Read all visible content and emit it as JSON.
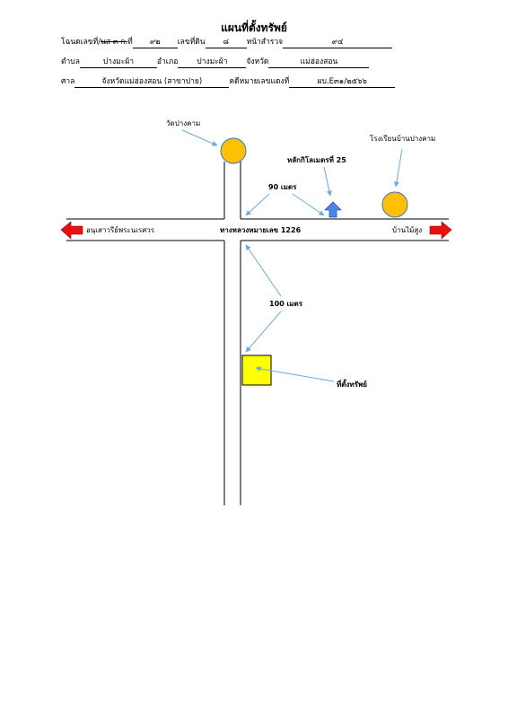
{
  "title": "แผนที่ตั้งทรัพย์",
  "header": {
    "deed_label": "โฉนดเลขที่/",
    "deed_struck": "นส ๓ ก.",
    "deed_suffix": " ที่",
    "deed_no": "๙๒",
    "land_no_label": "เลขที่ดิน",
    "land_no": "๘",
    "survey_page_label": "หน้าสำรวจ",
    "survey_page": "๙๔",
    "subdistrict_label": "ตำบล",
    "subdistrict": "ปางมะผ้า",
    "district_label": "อำเภอ",
    "district": "ปางมะผ้า",
    "province_label": "จังหวัด",
    "province": "แม่ฮ่องสอน",
    "court_label": "ศาล",
    "court": "จังหวัดแม่ฮ่องสอน (สาขาปาย)",
    "case_label": "คดีหมายเลขแดงที่",
    "case_no": "ผบ.E๓๑/๒๕๖๖"
  },
  "map": {
    "temple_label": "วัดปางคาม",
    "school_label": "โรงเรียนบ้านปางคาม",
    "km_marker_label": "หลักกิโลเมตรที่ 25",
    "distance_top_label": "90 เมตร",
    "distance_side_label": "100 เมตร",
    "road_label": "ทางหลวงหมายเลข 1226",
    "west_label": "อนุเสาวรีย์พระนเรศวร",
    "east_label": "บ้านไม้สูง",
    "property_label": "ที่ตั้งทรัพย์",
    "colors": {
      "landmark_circle": "#FFC000",
      "property_fill": "#FFFF00",
      "direction_arrow": "#E81010",
      "km_marker": "#4A86E8",
      "pointer": "#6FA8DC"
    }
  }
}
